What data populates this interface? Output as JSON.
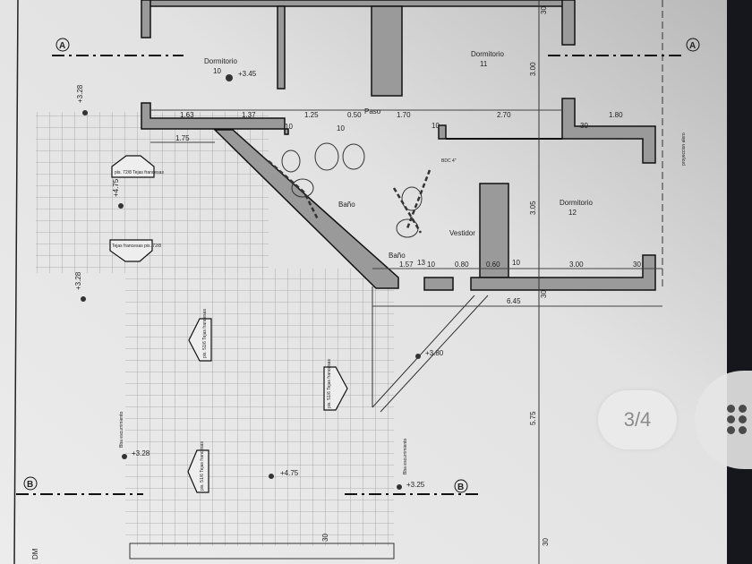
{
  "viewer": {
    "page_indicator": "3/4",
    "menu_icon": "grid-dots-icon"
  },
  "plan": {
    "rooms": [
      {
        "name": "Dormitorio",
        "num": "10"
      },
      {
        "name": "Dormitorio",
        "num": "11"
      },
      {
        "name": "Dormitorio",
        "num": "12"
      },
      {
        "name": "Baño"
      },
      {
        "name": "Baño",
        "num": "13"
      },
      {
        "name": "Vestidor"
      },
      {
        "name": "Paso"
      }
    ],
    "dimensions": [
      "1.63",
      "1.37",
      "1.25",
      "0.50",
      "1.70",
      "2.70",
      "1.80",
      "1.75",
      "10",
      "10",
      "10",
      "30",
      "3.00",
      "3.05",
      "1.57",
      "10",
      "0.80",
      "0.60",
      "10",
      "3.00",
      "30",
      "6.45",
      "5.75",
      "30",
      "30",
      "30",
      "30"
    ],
    "levels": [
      "+3.45",
      "+3.28",
      "+4.75",
      "+3.28",
      "+3.80",
      "+3.28",
      "+4.75",
      "+3.25"
    ],
    "tags": [
      "pis. 72/8 Tejas francesas",
      "Tejas francesas pis. 72/8",
      "pis. 51/6 Tejas francesas",
      "pis. 51/6 Tejas francesas",
      "pis. 51/6 Tejas francesas"
    ],
    "section_marks": [
      "A",
      "A",
      "B",
      "B"
    ],
    "notes": [
      "BDC 4\"",
      "proyeccion alero",
      "Bba escurrimiento",
      "Bba escurrimiento",
      "DM"
    ]
  }
}
